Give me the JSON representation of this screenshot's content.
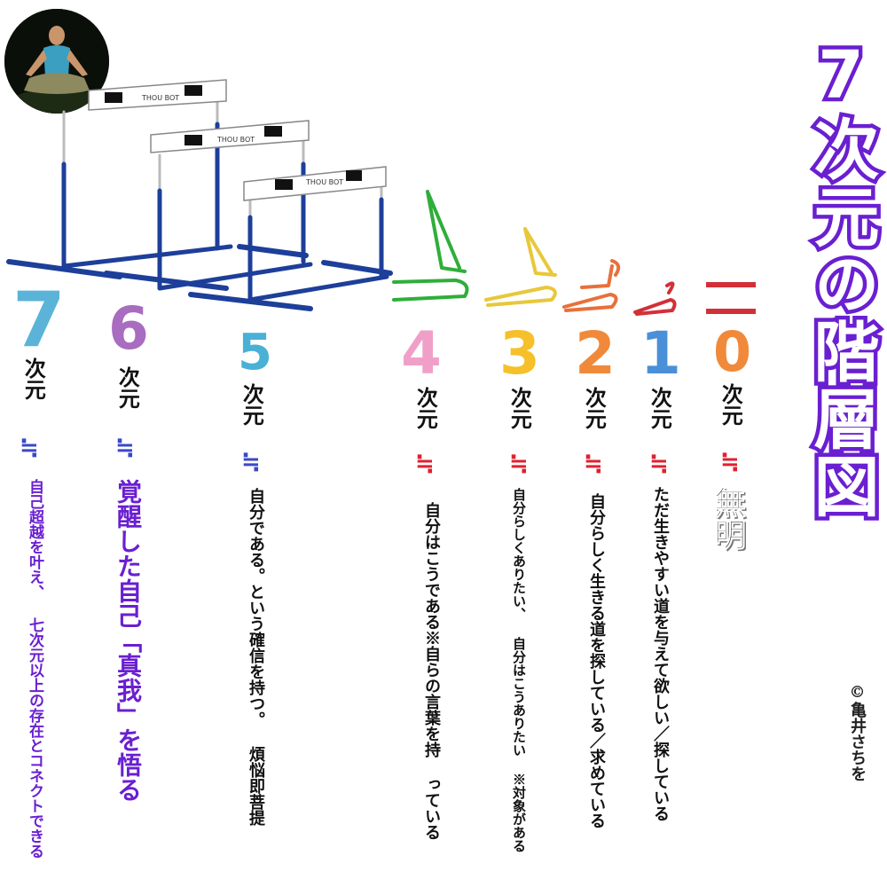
{
  "title": "7次元の階層図",
  "copyright": "©亀井さちを",
  "hurdle_brand": "THOU BOT",
  "approx_symbol": "≒",
  "dimension_suffix": "次元",
  "levels": [
    {
      "number": "7",
      "color": "#5bb4d8",
      "desc": "自己超越を叶え、 七次元以上の存在とコネクトできる",
      "desc_color": "#6a1fd1"
    },
    {
      "number": "6",
      "color": "#a86cc0",
      "desc": "覚醒した自己「真我」を悟る",
      "desc_color": "#6a1fd1"
    },
    {
      "number": "5",
      "color": "#4ab0d5",
      "desc": "自分である。という確信を持つ。 煩悩即菩提",
      "desc_color": "#111111"
    },
    {
      "number": "4",
      "color": "#f0a0c8",
      "desc": "自分はこうである※自らの言葉を持 っている",
      "desc_color": "#111111"
    },
    {
      "number": "3",
      "color": "#f5c02a",
      "desc": "自分らしくありたい、 自分はこうありたい ※対象がある",
      "desc_color": "#111111"
    },
    {
      "number": "2",
      "color": "#f08a3a",
      "desc": "自分らしく生きる道を探している／求めている",
      "desc_color": "#111111"
    },
    {
      "number": "1",
      "color": "#4a90d8",
      "desc": "ただ生きやすい道を与えて欲しい／探している",
      "desc_color": "#111111"
    },
    {
      "number": "0",
      "color": "#f08a3a",
      "desc": "無明",
      "desc_color": "#111111"
    }
  ],
  "colors": {
    "title_outline": "#6a1fd1",
    "approx_blue": "#3a48c8",
    "approx_purple": "#6a1fd1",
    "approx_red": "#e02030"
  }
}
